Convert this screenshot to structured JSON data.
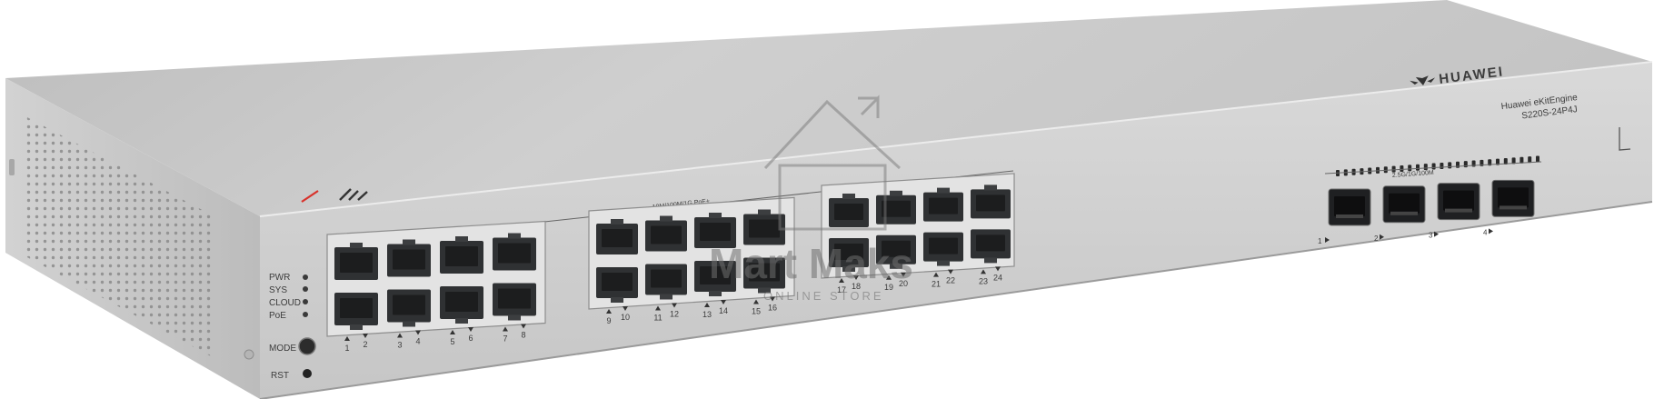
{
  "brand": {
    "logo_text": "HUAWEI",
    "product_line": "Huawei eKitEngine",
    "model": "S220S-24P4J"
  },
  "led_labels": [
    "PWR",
    "SYS",
    "CLOUD",
    "PoE"
  ],
  "buttons": {
    "mode": "MODE",
    "reset": "RST"
  },
  "port_section": {
    "label": "10M/100M/1G,PoE+"
  },
  "sfp_section": {
    "label": "2.5G/1G/100M"
  },
  "port_numbers": {
    "group1": [
      "1",
      "2",
      "3",
      "4",
      "5",
      "6",
      "7",
      "8"
    ],
    "group2": [
      "9",
      "10",
      "11",
      "12",
      "13",
      "14",
      "15",
      "16"
    ],
    "group3": [
      "17",
      "18",
      "19",
      "20",
      "21",
      "22",
      "23",
      "24"
    ]
  },
  "sfp_numbers": [
    "1",
    "2",
    "3",
    "4"
  ],
  "watermark": {
    "line1": "Mart Maks",
    "line2": "ONLINE STORE"
  },
  "colors": {
    "chassis_top": "#c9c9c9",
    "chassis_front": "#cfcfcf",
    "accent_red": "#d8322b",
    "port_dark": "#2f3133"
  }
}
